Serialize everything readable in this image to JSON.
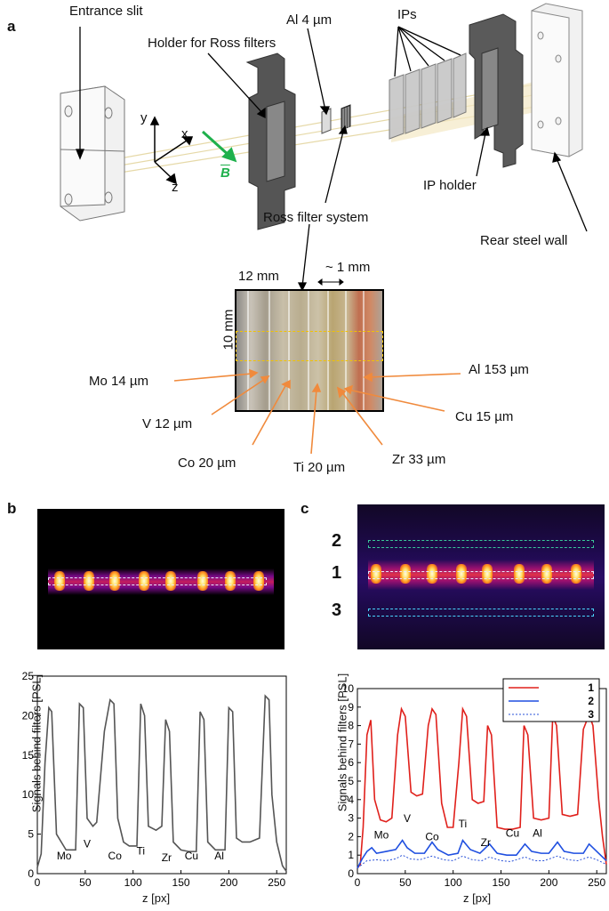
{
  "panel_a": {
    "letter": "a",
    "labels": {
      "entrance_slit": "Entrance slit",
      "holder_ross": "Holder for Ross filters",
      "al_4": "Al 4 µm",
      "ips": "IPs",
      "ip_holder": "IP holder",
      "ross_filter_system": "Ross filter system",
      "rear_steel_wall": "Rear steel wall",
      "axis_y": "y",
      "axis_x": "x",
      "axis_z": "z",
      "b_field": "B",
      "dim_12mm": "12 mm",
      "dim_1mm": "~ 1 mm",
      "dim_10mm": "10 mm",
      "mo": "Mo 14 µm",
      "v": "V 12 µm",
      "co": "Co 20 µm",
      "ti": "Ti 20 µm",
      "zr": "Zr 33 µm",
      "cu": "Cu 15 µm",
      "al153": "Al 153 µm"
    },
    "colors": {
      "arrow_orange": "#f08a3c",
      "b_green": "#1fb04c",
      "box_yellow": "#f2c300"
    }
  },
  "panel_b": {
    "letter": "b",
    "mini_labels": [
      "Mo",
      "V",
      "Co",
      "Ti",
      "Zr",
      "Cu",
      "Al"
    ]
  },
  "panel_c": {
    "letter": "c",
    "row_labels": [
      "2",
      "1",
      "3"
    ],
    "mini_labels": [
      "Mo",
      "V",
      "Co",
      "Ti",
      "Zr",
      "Cu",
      "Al"
    ],
    "legend": [
      "1",
      "2",
      "3"
    ]
  },
  "chart_data": [
    {
      "type": "line",
      "xlabel": "z [px]",
      "ylabel": "Signals behind filters [PSL]",
      "xlim": [
        0,
        260
      ],
      "ylim": [
        0,
        25
      ],
      "xticks": [
        0,
        50,
        100,
        150,
        200,
        250
      ],
      "yticks": [
        0,
        5,
        10,
        15,
        20,
        25
      ],
      "grid": false,
      "series": [
        {
          "color": "#555555",
          "x": [
            0,
            4,
            8,
            12,
            15,
            20,
            30,
            40,
            44,
            48,
            52,
            58,
            62,
            70,
            76,
            80,
            84,
            90,
            96,
            104,
            108,
            112,
            116,
            124,
            130,
            134,
            138,
            142,
            150,
            158,
            166,
            170,
            174,
            178,
            186,
            196,
            200,
            204,
            208,
            214,
            222,
            232,
            238,
            242,
            245,
            250,
            256,
            260
          ],
          "y": [
            0.8,
            2.5,
            14,
            21,
            20.5,
            5,
            3,
            3,
            21.5,
            21,
            7,
            6,
            6.5,
            18,
            22,
            21.5,
            7,
            4,
            3.5,
            3.5,
            21.5,
            20,
            6,
            5.5,
            6,
            19.5,
            18,
            4,
            3,
            2.8,
            2.8,
            20.5,
            19.5,
            4,
            3,
            3,
            21,
            20.5,
            4.5,
            4,
            4,
            4.5,
            22.5,
            22,
            10,
            4,
            1,
            0.3
          ]
        }
      ]
    },
    {
      "type": "line",
      "xlabel": "z [px]",
      "ylabel": "Signals behind filters [PSL]",
      "xlim": [
        0,
        260
      ],
      "ylim": [
        0,
        10
      ],
      "xticks": [
        0,
        50,
        100,
        150,
        200,
        250
      ],
      "yticks": [
        0,
        1,
        2,
        3,
        4,
        5,
        6,
        7,
        8,
        9,
        10
      ],
      "grid": false,
      "legend_position": "top-right",
      "series": [
        {
          "name": "1",
          "color": "#e0201b",
          "x": [
            0,
            3,
            6,
            10,
            14,
            18,
            24,
            30,
            36,
            42,
            46,
            50,
            56,
            62,
            68,
            74,
            78,
            82,
            88,
            94,
            100,
            106,
            110,
            114,
            120,
            126,
            132,
            136,
            140,
            146,
            154,
            162,
            170,
            174,
            178,
            184,
            192,
            200,
            204,
            208,
            214,
            222,
            230,
            236,
            242,
            246,
            252,
            256,
            260
          ],
          "y": [
            0.3,
            0.5,
            2.5,
            7.5,
            8.3,
            4,
            2.9,
            2.8,
            3.0,
            7.5,
            8.9,
            8.5,
            4.4,
            4.2,
            4.3,
            8.0,
            8.9,
            8.6,
            3.8,
            2.5,
            2.5,
            6.0,
            8.9,
            8.5,
            4.0,
            3.8,
            3.9,
            8.0,
            7.5,
            2.5,
            2.4,
            2.4,
            2.5,
            8.0,
            7.5,
            3.0,
            2.9,
            3.0,
            8.5,
            8.0,
            3.2,
            3.1,
            3.2,
            7.8,
            8.6,
            8.0,
            4.0,
            2.0,
            0.5
          ]
        },
        {
          "name": "2",
          "color": "#1f4fe0",
          "x": [
            0,
            5,
            10,
            15,
            20,
            30,
            40,
            47,
            52,
            60,
            70,
            78,
            84,
            95,
            105,
            110,
            118,
            128,
            138,
            146,
            156,
            166,
            175,
            182,
            192,
            200,
            209,
            216,
            226,
            236,
            242,
            250,
            260
          ],
          "y": [
            0.3,
            0.8,
            1.2,
            1.4,
            1.1,
            1.2,
            1.3,
            1.8,
            1.4,
            1.1,
            1.1,
            1.7,
            1.3,
            1.0,
            1.1,
            1.8,
            1.3,
            1.1,
            1.6,
            1.1,
            1.0,
            1.0,
            1.6,
            1.2,
            1.1,
            1.1,
            1.7,
            1.2,
            1.1,
            1.1,
            1.6,
            1.2,
            0.7
          ]
        },
        {
          "name": "3",
          "color": "#2850d8",
          "dashed": true,
          "x": [
            0,
            5,
            10,
            20,
            30,
            40,
            47,
            55,
            65,
            78,
            90,
            100,
            110,
            120,
            130,
            138,
            150,
            160,
            175,
            185,
            195,
            209,
            220,
            230,
            242,
            250,
            260
          ],
          "y": [
            0.3,
            0.5,
            0.7,
            0.75,
            0.7,
            0.8,
            1.0,
            0.8,
            0.75,
            0.95,
            0.75,
            0.7,
            0.95,
            0.75,
            0.7,
            0.9,
            0.7,
            0.65,
            0.9,
            0.7,
            0.7,
            0.95,
            0.75,
            0.7,
            0.9,
            0.75,
            0.5
          ]
        }
      ]
    }
  ]
}
